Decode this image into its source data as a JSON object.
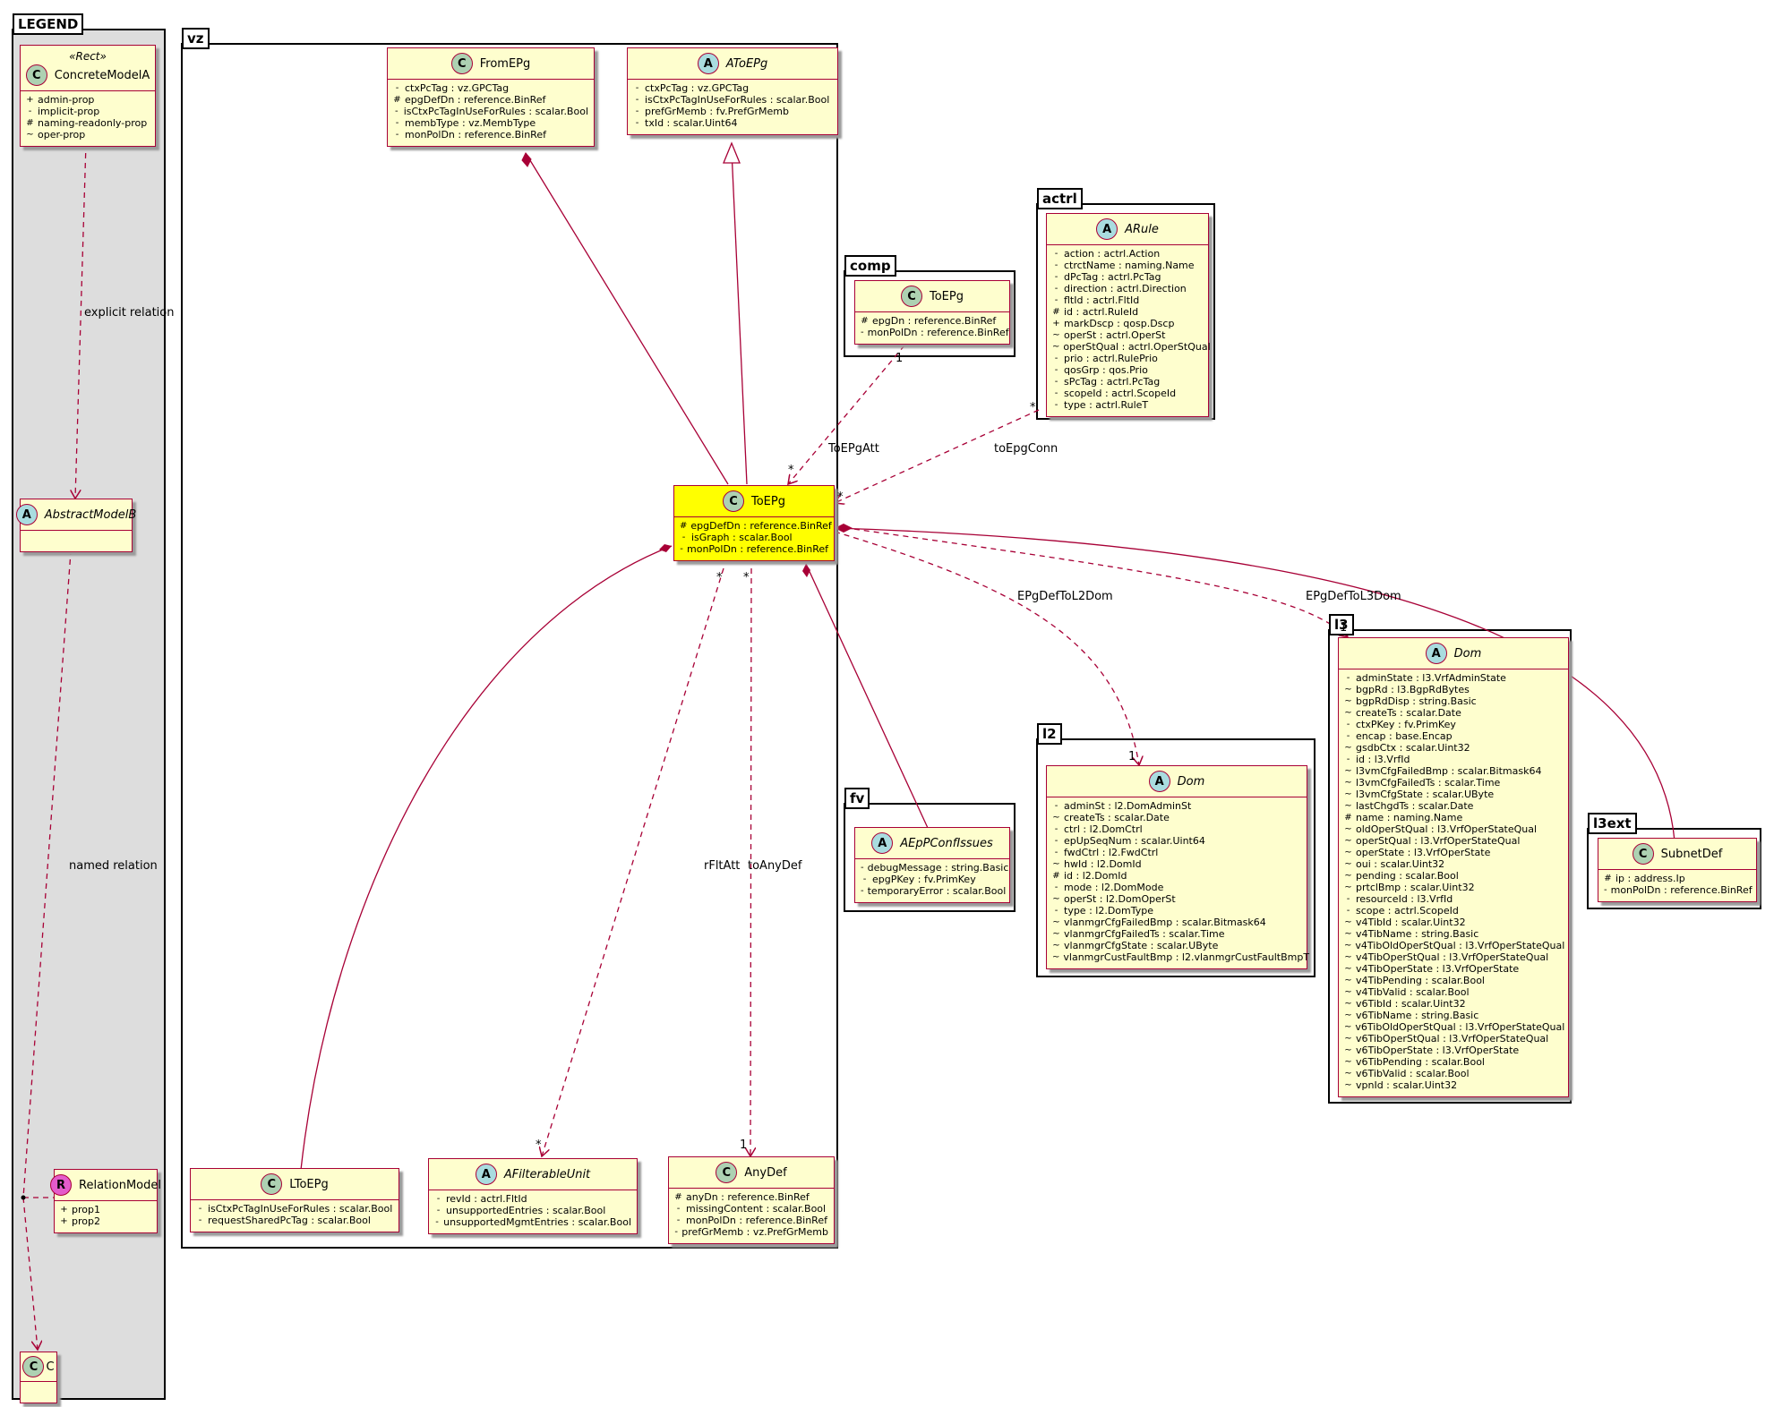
{
  "packages": [
    {
      "id": "legend",
      "name": "LEGEND"
    },
    {
      "id": "vz",
      "name": "vz"
    },
    {
      "id": "comp",
      "name": "comp"
    },
    {
      "id": "actrl",
      "name": "actrl"
    },
    {
      "id": "fv",
      "name": "fv"
    },
    {
      "id": "l2",
      "name": "l2"
    },
    {
      "id": "l3",
      "name": "l3"
    },
    {
      "id": "l3ext",
      "name": "l3ext"
    }
  ],
  "classes": [
    {
      "id": "concreteA",
      "kind": "C",
      "stereotype": "«Rect»",
      "name": "ConcreteModelA",
      "attrs": [
        {
          "vis": "+",
          "text": "admin-prop"
        },
        {
          "vis": "-",
          "text": "implicit-prop"
        },
        {
          "vis": "#",
          "text": "naming-readonly-prop"
        },
        {
          "vis": "~",
          "text": "oper-prop"
        }
      ]
    },
    {
      "id": "abstractB",
      "kind": "A",
      "name": "AbstractModelB",
      "attrs": []
    },
    {
      "id": "relModel",
      "kind": "R",
      "name": "RelationModel",
      "attrs": [
        {
          "vis": "+",
          "text": "prop1"
        },
        {
          "vis": "+",
          "text": "prop2"
        }
      ]
    },
    {
      "id": "legendC",
      "kind": "C",
      "name": "C",
      "attrs": []
    },
    {
      "id": "fromEPg",
      "kind": "C",
      "name": "FromEPg",
      "attrs": [
        {
          "vis": "-",
          "text": "ctxPcTag : vz.GPCTag"
        },
        {
          "vis": "#",
          "text": "epgDefDn : reference.BinRef"
        },
        {
          "vis": "-",
          "text": "isCtxPcTagInUseForRules : scalar.Bool"
        },
        {
          "vis": "-",
          "text": "membType : vz.MembType"
        },
        {
          "vis": "-",
          "text": "monPolDn : reference.BinRef"
        }
      ]
    },
    {
      "id": "aToEPg",
      "kind": "A",
      "name": "AToEPg",
      "attrs": [
        {
          "vis": "-",
          "text": "ctxPcTag : vz.GPCTag"
        },
        {
          "vis": "-",
          "text": "isCtxPcTagInUseForRules : scalar.Bool"
        },
        {
          "vis": "-",
          "text": "prefGrMemb : fv.PrefGrMemb"
        },
        {
          "vis": "-",
          "text": "txId : scalar.Uint64"
        }
      ]
    },
    {
      "id": "toEPg",
      "kind": "C",
      "name": "ToEPg",
      "highlight": true,
      "attrs": [
        {
          "vis": "#",
          "text": "epgDefDn : reference.BinRef"
        },
        {
          "vis": "-",
          "text": "isGraph : scalar.Bool"
        },
        {
          "vis": "-",
          "text": "monPolDn : reference.BinRef"
        }
      ]
    },
    {
      "id": "lToEPg",
      "kind": "C",
      "name": "LToEPg",
      "attrs": [
        {
          "vis": "-",
          "text": "isCtxPcTagInUseForRules : scalar.Bool"
        },
        {
          "vis": "-",
          "text": "requestSharedPcTag : scalar.Bool"
        }
      ]
    },
    {
      "id": "aFilt",
      "kind": "A",
      "name": "AFilterableUnit",
      "attrs": [
        {
          "vis": "-",
          "text": "revId : actrl.FltId"
        },
        {
          "vis": "-",
          "text": "unsupportedEntries : scalar.Bool"
        },
        {
          "vis": "-",
          "text": "unsupportedMgmtEntries : scalar.Bool"
        }
      ]
    },
    {
      "id": "anyDef",
      "kind": "C",
      "name": "AnyDef",
      "attrs": [
        {
          "vis": "#",
          "text": "anyDn : reference.BinRef"
        },
        {
          "vis": "-",
          "text": "missingContent : scalar.Bool"
        },
        {
          "vis": "-",
          "text": "monPolDn : reference.BinRef"
        },
        {
          "vis": "-",
          "text": "prefGrMemb : vz.PrefGrMemb"
        }
      ]
    },
    {
      "id": "compToEPg",
      "kind": "C",
      "name": "ToEPg",
      "attrs": [
        {
          "vis": "#",
          "text": "epgDn : reference.BinRef"
        },
        {
          "vis": "-",
          "text": "monPolDn : reference.BinRef"
        }
      ]
    },
    {
      "id": "aRule",
      "kind": "A",
      "name": "ARule",
      "attrs": [
        {
          "vis": "-",
          "text": "action : actrl.Action"
        },
        {
          "vis": "-",
          "text": "ctrctName : naming.Name"
        },
        {
          "vis": "-",
          "text": "dPcTag : actrl.PcTag"
        },
        {
          "vis": "-",
          "text": "direction : actrl.Direction"
        },
        {
          "vis": "-",
          "text": "fltId : actrl.FltId"
        },
        {
          "vis": "#",
          "text": "id : actrl.RuleId"
        },
        {
          "vis": "+",
          "text": "markDscp : qosp.Dscp"
        },
        {
          "vis": "~",
          "text": "operSt : actrl.OperSt"
        },
        {
          "vis": "~",
          "text": "operStQual : actrl.OperStQual"
        },
        {
          "vis": "-",
          "text": "prio : actrl.RulePrio"
        },
        {
          "vis": "-",
          "text": "qosGrp : qos.Prio"
        },
        {
          "vis": "-",
          "text": "sPcTag : actrl.PcTag"
        },
        {
          "vis": "-",
          "text": "scopeId : actrl.ScopeId"
        },
        {
          "vis": "-",
          "text": "type : actrl.RuleT"
        }
      ]
    },
    {
      "id": "aEpP",
      "kind": "A",
      "name": "AEpPConfIssues",
      "attrs": [
        {
          "vis": "-",
          "text": "debugMessage : string.Basic"
        },
        {
          "vis": "-",
          "text": "epgPKey : fv.PrimKey"
        },
        {
          "vis": "-",
          "text": "temporaryError : scalar.Bool"
        }
      ]
    },
    {
      "id": "l2Dom",
      "kind": "A",
      "name": "Dom",
      "attrs": [
        {
          "vis": "-",
          "text": "adminSt : l2.DomAdminSt"
        },
        {
          "vis": "~",
          "text": "createTs : scalar.Date"
        },
        {
          "vis": "-",
          "text": "ctrl : l2.DomCtrl"
        },
        {
          "vis": "-",
          "text": "epUpSeqNum : scalar.Uint64"
        },
        {
          "vis": "-",
          "text": "fwdCtrl : l2.FwdCtrl"
        },
        {
          "vis": "~",
          "text": "hwId : l2.DomId"
        },
        {
          "vis": "#",
          "text": "id : l2.DomId"
        },
        {
          "vis": "-",
          "text": "mode : l2.DomMode"
        },
        {
          "vis": "~",
          "text": "operSt : l2.DomOperSt"
        },
        {
          "vis": "-",
          "text": "type : l2.DomType"
        },
        {
          "vis": "~",
          "text": "vlanmgrCfgFailedBmp : scalar.Bitmask64"
        },
        {
          "vis": "~",
          "text": "vlanmgrCfgFailedTs : scalar.Time"
        },
        {
          "vis": "~",
          "text": "vlanmgrCfgState : scalar.UByte"
        },
        {
          "vis": "~",
          "text": "vlanmgrCustFaultBmp : l2.vlanmgrCustFaultBmpT"
        }
      ]
    },
    {
      "id": "l3Dom",
      "kind": "A",
      "name": "Dom",
      "attrs": [
        {
          "vis": "-",
          "text": "adminState : l3.VrfAdminState"
        },
        {
          "vis": "~",
          "text": "bgpRd : l3.BgpRdBytes"
        },
        {
          "vis": "~",
          "text": "bgpRdDisp : string.Basic"
        },
        {
          "vis": "~",
          "text": "createTs : scalar.Date"
        },
        {
          "vis": "-",
          "text": "ctxPKey : fv.PrimKey"
        },
        {
          "vis": "-",
          "text": "encap : base.Encap"
        },
        {
          "vis": "~",
          "text": "gsdbCtx : scalar.Uint32"
        },
        {
          "vis": "-",
          "text": "id : l3.VrfId"
        },
        {
          "vis": "~",
          "text": "l3vmCfgFailedBmp : scalar.Bitmask64"
        },
        {
          "vis": "~",
          "text": "l3vmCfgFailedTs : scalar.Time"
        },
        {
          "vis": "~",
          "text": "l3vmCfgState : scalar.UByte"
        },
        {
          "vis": "~",
          "text": "lastChgdTs : scalar.Date"
        },
        {
          "vis": "#",
          "text": "name : naming.Name"
        },
        {
          "vis": "~",
          "text": "oldOperStQual : l3.VrfOperStateQual"
        },
        {
          "vis": "~",
          "text": "operStQual : l3.VrfOperStateQual"
        },
        {
          "vis": "~",
          "text": "operState : l3.VrfOperState"
        },
        {
          "vis": "~",
          "text": "oui : scalar.Uint32"
        },
        {
          "vis": "~",
          "text": "pending : scalar.Bool"
        },
        {
          "vis": "~",
          "text": "prtclBmp : scalar.Uint32"
        },
        {
          "vis": "-",
          "text": "resourceId : l3.VrfId"
        },
        {
          "vis": "-",
          "text": "scope : actrl.ScopeId"
        },
        {
          "vis": "~",
          "text": "v4TibId : scalar.Uint32"
        },
        {
          "vis": "~",
          "text": "v4TibName : string.Basic"
        },
        {
          "vis": "~",
          "text": "v4TibOldOperStQual : l3.VrfOperStateQual"
        },
        {
          "vis": "~",
          "text": "v4TibOperStQual : l3.VrfOperStateQual"
        },
        {
          "vis": "~",
          "text": "v4TibOperState : l3.VrfOperState"
        },
        {
          "vis": "~",
          "text": "v4TibPending : scalar.Bool"
        },
        {
          "vis": "~",
          "text": "v4TibValid : scalar.Bool"
        },
        {
          "vis": "~",
          "text": "v6TibId : scalar.Uint32"
        },
        {
          "vis": "~",
          "text": "v6TibName : string.Basic"
        },
        {
          "vis": "~",
          "text": "v6TibOldOperStQual : l3.VrfOperStateQual"
        },
        {
          "vis": "~",
          "text": "v6TibOperStQual : l3.VrfOperStateQual"
        },
        {
          "vis": "~",
          "text": "v6TibOperState : l3.VrfOperState"
        },
        {
          "vis": "~",
          "text": "v6TibPending : scalar.Bool"
        },
        {
          "vis": "~",
          "text": "v6TibValid : scalar.Bool"
        },
        {
          "vis": "~",
          "text": "vpnId : scalar.Uint32"
        }
      ]
    },
    {
      "id": "subnetDef",
      "kind": "C",
      "name": "SubnetDef",
      "attrs": [
        {
          "vis": "#",
          "text": "ip : address.Ip"
        },
        {
          "vis": "-",
          "text": "monPolDn : reference.BinRef"
        }
      ]
    }
  ],
  "labels": {
    "explicit": "explicit relation",
    "named": "named relation",
    "toEPgAtt": "ToEPgAtt",
    "toEpgConn": "toEpgConn",
    "epgDefToL2Dom": "EPgDefToL2Dom",
    "epgDefToL3Dom": "EPgDefToL3Dom",
    "rFltAtt": "rFltAtt",
    "toAnyDef": "toAnyDef"
  },
  "multiplicities": {
    "compOne": "1",
    "compStar": "*",
    "ruleStar": "*",
    "ruleStar2": "*",
    "l2One": "1",
    "l3One": "1",
    "fltStar": "*",
    "fltStar2": "*",
    "anyStar": "*",
    "anyOne": "1"
  },
  "colors": {
    "line": "#a80036",
    "classFill": "#fefece",
    "highlight": "#ffff00",
    "legendFill": "#dddddd"
  }
}
